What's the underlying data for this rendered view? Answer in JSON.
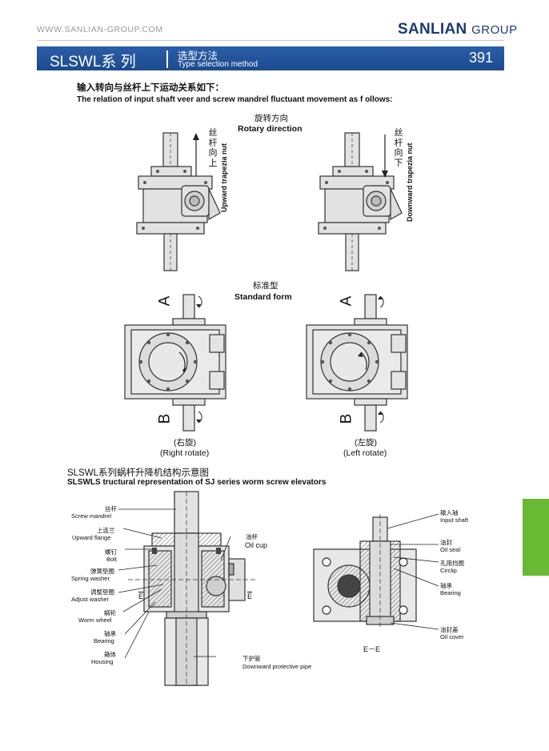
{
  "header": {
    "website": "WWW.SANLIAN-GROUP.COM",
    "brand_main": "SANLIAN",
    "brand_sub": "GROUP",
    "series_title": "SLSWL系 列",
    "section_cn": "选型方法",
    "section_en": "Type selection method",
    "page_number": "391"
  },
  "relation": {
    "title_cn": "输入转向与丝杆上下运动关系如下：",
    "title_en": "The relation of input shaft veer and screw mandrel fluctuant movement as f ollows:",
    "rotary_cn": "旋转方向",
    "rotary_en": "Rotary direction",
    "left_cn": "丝杆向上",
    "left_en": "Upward trapezia nut",
    "right_cn": "丝杆向下",
    "right_en": "Downward trapezia nut",
    "standard_cn": "标准型",
    "standard_en": "Standard form",
    "letter_a": "A",
    "letter_b": "B",
    "right_rotate_cn": "(右旋)",
    "right_rotate_en": "(Right rotate)",
    "left_rotate_cn": "(左旋)",
    "left_rotate_en": "(Left rotate)"
  },
  "structure": {
    "title_cn": "SLSWL系列蜗杆升降机结构示意图",
    "title_en": "SLSWLS tructural representation of SJ series worm screw elevators",
    "left_parts": [
      {
        "cn": "丝杆",
        "en": "Screw mandrel"
      },
      {
        "cn": "上连兰",
        "en": "Upward flange"
      },
      {
        "cn": "螺钉",
        "en": "Bolt"
      },
      {
        "cn": "弹簧垫圈",
        "en": "Spring washer"
      },
      {
        "cn": "调整垫圈",
        "en": "Adjust washer"
      },
      {
        "cn": "蜗轮",
        "en": "Worm wheel"
      },
      {
        "cn": "轴承",
        "en": "Bearing"
      },
      {
        "cn": "箱体",
        "en": "Housing"
      }
    ],
    "oil_cup": {
      "cn": "油杯",
      "en": "Oil cup"
    },
    "down_pipe": {
      "cn": "下护管",
      "en": "Downward protective pipe"
    },
    "section_mark": "E",
    "section_label": "E－E",
    "right_parts": [
      {
        "cn": "输入轴",
        "en": "Input shaft"
      },
      {
        "cn": "油封",
        "en": "Oil seal"
      },
      {
        "cn": "孔用挡圈",
        "en": "Circlip"
      },
      {
        "cn": "轴承",
        "en": "Bearing"
      },
      {
        "cn": "油封盖",
        "en": "Oil cover"
      }
    ]
  },
  "colors": {
    "band_blue": "#1d4a8e",
    "brand_navy": "#1e3a6e",
    "tab_green": "#6ab935",
    "drawing_fill": "#d9d9d9",
    "hatch": "#555555"
  }
}
